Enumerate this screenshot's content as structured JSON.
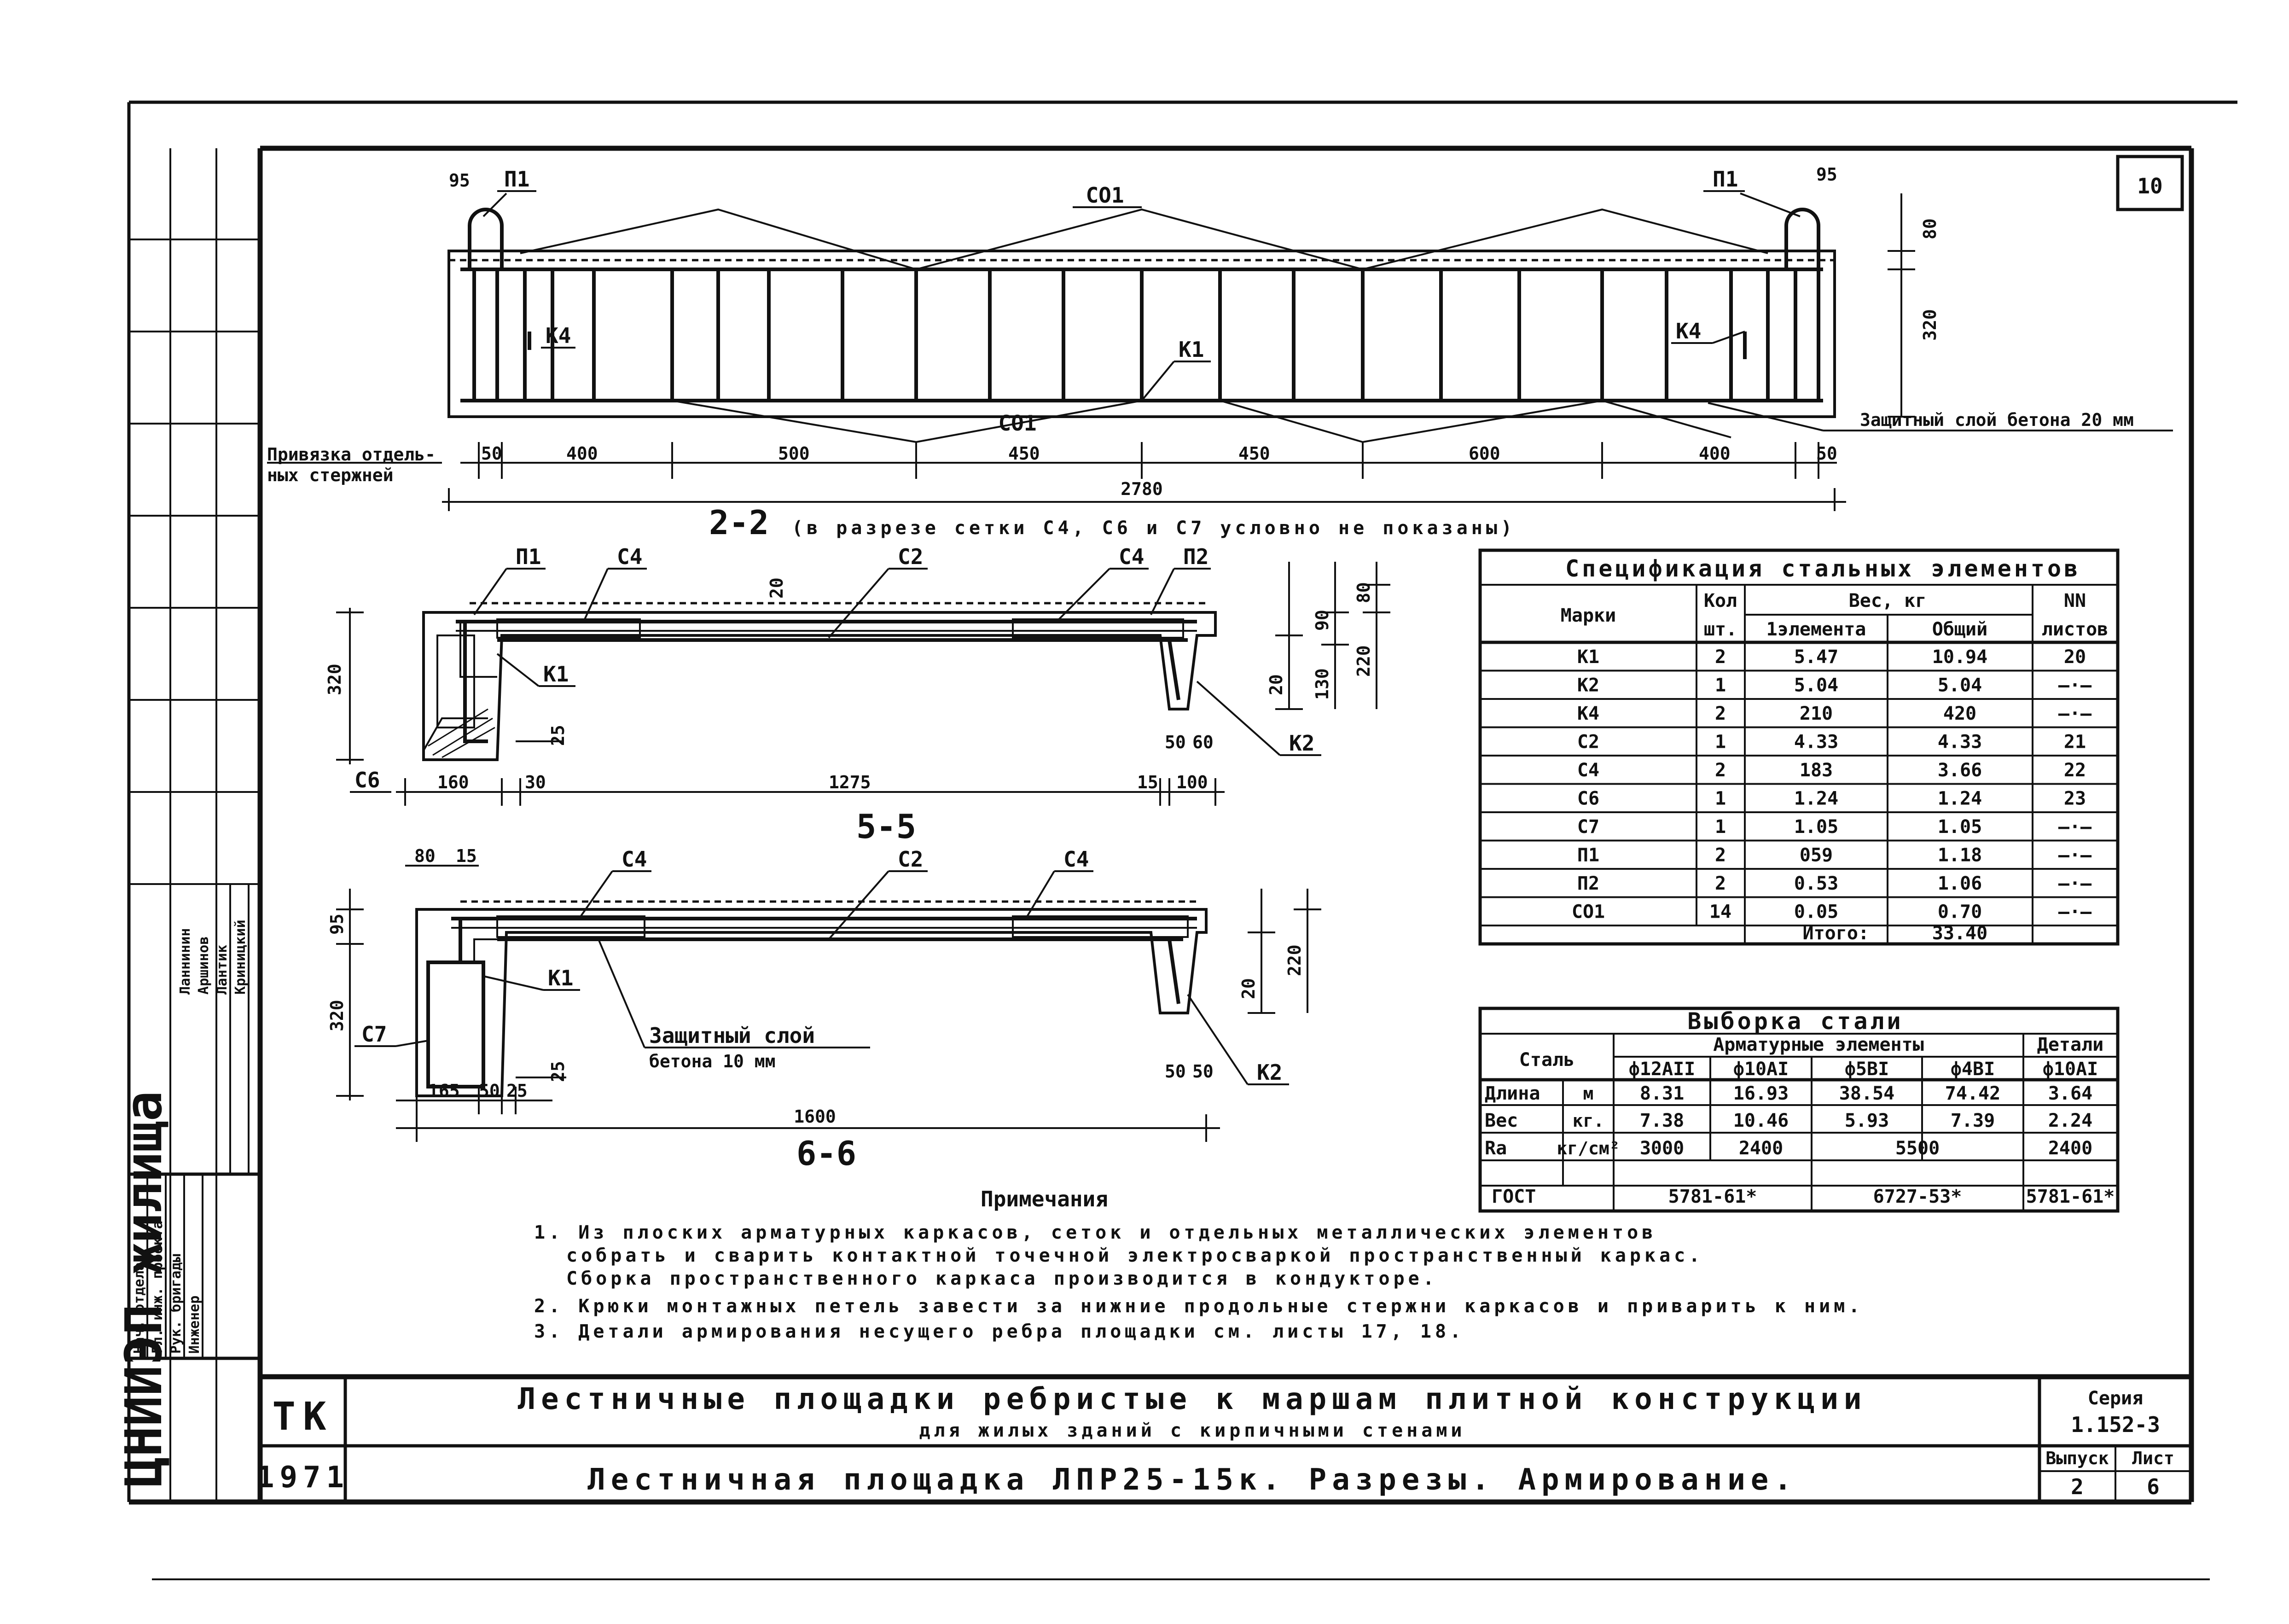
{
  "sheet": {
    "number": "10"
  },
  "section_2_2": {
    "title": "2-2",
    "subtitle": "(в разрезе сетки С4, С6 и С7 условно не показаны)",
    "labels": {
      "p1_left": "П1",
      "p1_right": "П1",
      "c01_top": "СО1",
      "c01_bottom": "СО1",
      "k4_left": "К4",
      "k4_right": "К4",
      "k1": "К1"
    },
    "dims_top": {
      "left": "95",
      "right": "95"
    },
    "dims_right": {
      "top": "80",
      "main": "320"
    },
    "cover_note": "Защитный слой бетона 20 мм",
    "binding_label_1": "Привязка отдель-",
    "binding_label_2": "ных стержней",
    "bottom_dims": [
      "50",
      "400",
      "500",
      "450",
      "450",
      "600",
      "400",
      "50"
    ],
    "total_dim": "2780"
  },
  "section_5_5": {
    "title": "5-5",
    "labels": {
      "p1": "П1",
      "c4_left": "С4",
      "c2": "С2",
      "c4_right": "С4",
      "p2": "П2",
      "k1": "К1",
      "k2": "К2",
      "c6": "С6"
    },
    "dims": {
      "left_h": "320",
      "top_inner": "20",
      "right_80": "80",
      "right_90": "90",
      "right_130": "130",
      "right_220": "220",
      "right_20": "20",
      "small_25": "25",
      "b_160": "160",
      "b_30": "30",
      "b_1275": "1275",
      "b_15": "15",
      "b_100": "100",
      "r_50": "50",
      "r_60": "60"
    }
  },
  "section_6_6": {
    "title": "6-6",
    "labels": {
      "c4_left": "С4",
      "c2": "С2",
      "c4_right": "С4",
      "k1": "К1",
      "k2": "К2",
      "c7": "С7"
    },
    "cover_note_1": "Защитный слой",
    "cover_note_2": "бетона 10 мм",
    "dims": {
      "top_80": "80",
      "top_15": "15",
      "left_95": "95",
      "left_320": "320",
      "small_25": "25",
      "right_220": "220",
      "right_20": "20",
      "b_165": "165",
      "b_50": "50",
      "b_25": "25",
      "b_total": "1600",
      "r_50a": "50",
      "r_50b": "50"
    }
  },
  "spec_table": {
    "title": "Спецификация стальных элементов",
    "headers": {
      "mark": "Марки",
      "qty_1": "Кол",
      "qty_2": "шт.",
      "weight": "Вес, кг",
      "per_element": "1элемента",
      "total": "Общий",
      "sheets_1": "NN",
      "sheets_2": "листов"
    },
    "rows": [
      {
        "mark": "К1",
        "qty": "2",
        "per": "5.47",
        "total": "10.94",
        "sheet": "20"
      },
      {
        "mark": "К2",
        "qty": "1",
        "per": "5.04",
        "total": "5.04",
        "sheet": "—·—"
      },
      {
        "mark": "К4",
        "qty": "2",
        "per": "210",
        "total": "420",
        "sheet": "—·—"
      },
      {
        "mark": "С2",
        "qty": "1",
        "per": "4.33",
        "total": "4.33",
        "sheet": "21"
      },
      {
        "mark": "С4",
        "qty": "2",
        "per": "183",
        "total": "3.66",
        "sheet": "22"
      },
      {
        "mark": "С6",
        "qty": "1",
        "per": "1.24",
        "total": "1.24",
        "sheet": "23"
      },
      {
        "mark": "С7",
        "qty": "1",
        "per": "1.05",
        "total": "1.05",
        "sheet": "—·—"
      },
      {
        "mark": "П1",
        "qty": "2",
        "per": "059",
        "total": "1.18",
        "sheet": "—·—"
      },
      {
        "mark": "П2",
        "qty": "2",
        "per": "0.53",
        "total": "1.06",
        "sheet": "—·—"
      },
      {
        "mark": "СО1",
        "qty": "14",
        "per": "0.05",
        "total": "0.70",
        "sheet": "—·—"
      }
    ],
    "total_label": "Итого:",
    "total_value": "33.40"
  },
  "steel_table": {
    "title": "Выборка стали",
    "col_steel": "Сталь",
    "group_arm": "Арматурные элементы",
    "group_det": "Детали",
    "cols": [
      "ф12АII",
      "ф10АI",
      "ф5ВI",
      "ф4ВI",
      "ф10АI"
    ],
    "rows": [
      {
        "label": "Длина",
        "unit": "м",
        "values": [
          "8.31",
          "16.93",
          "38.54",
          "74.42",
          "3.64"
        ]
      },
      {
        "label": "Вес",
        "unit": "кг.",
        "values": [
          "7.38",
          "10.46",
          "5.93",
          "7.39",
          "2.24"
        ]
      },
      {
        "label": "Rа",
        "unit": "кг/см²",
        "values": [
          "3000",
          "2400",
          "5500",
          "",
          "2400"
        ]
      }
    ],
    "gost_label": "ГОСТ",
    "gost_values": [
      "5781-61*",
      "6727-53*",
      "5781-61*"
    ]
  },
  "notes": {
    "title": "Примечания",
    "items": [
      "1. Из плоских арматурных каркасов, сеток и отдельных металлических элементов",
      "собрать и сварить контактной точечной электросваркой пространственный каркас.",
      "Сборка пространственного каркаса производится в кондукторе.",
      "2. Крюки монтажных петель завести за нижние продольные стержни каркасов и приварить к ним.",
      "3. Детали армирования несущего ребра площадки см. листы 17, 18."
    ]
  },
  "title_block": {
    "org": "ТК",
    "year": "1971",
    "title_line1": "Лестничные площадки ребристые к маршам плитной конструкции",
    "title_line2": "для жилых зданий с кирпичными стенами",
    "drawing_title": "Лестничная площадка ЛПР25-15к. Разрезы. Армирование.",
    "series_label": "Серия",
    "series_value": "1.152-3",
    "issue_label": "Выпуск",
    "issue_value": "2",
    "sheet_label": "Лист",
    "sheet_value": "6"
  },
  "side_stamp": {
    "org_vertical": "ЦНИИЭП жилища",
    "roles": [
      "Нач. отдела",
      "Гл. инж. проекта",
      "Рук. бригады",
      "Инженер"
    ],
    "names": [
      "Ланнинин",
      "Аршинов",
      "Лантик",
      "Криницкий"
    ]
  }
}
